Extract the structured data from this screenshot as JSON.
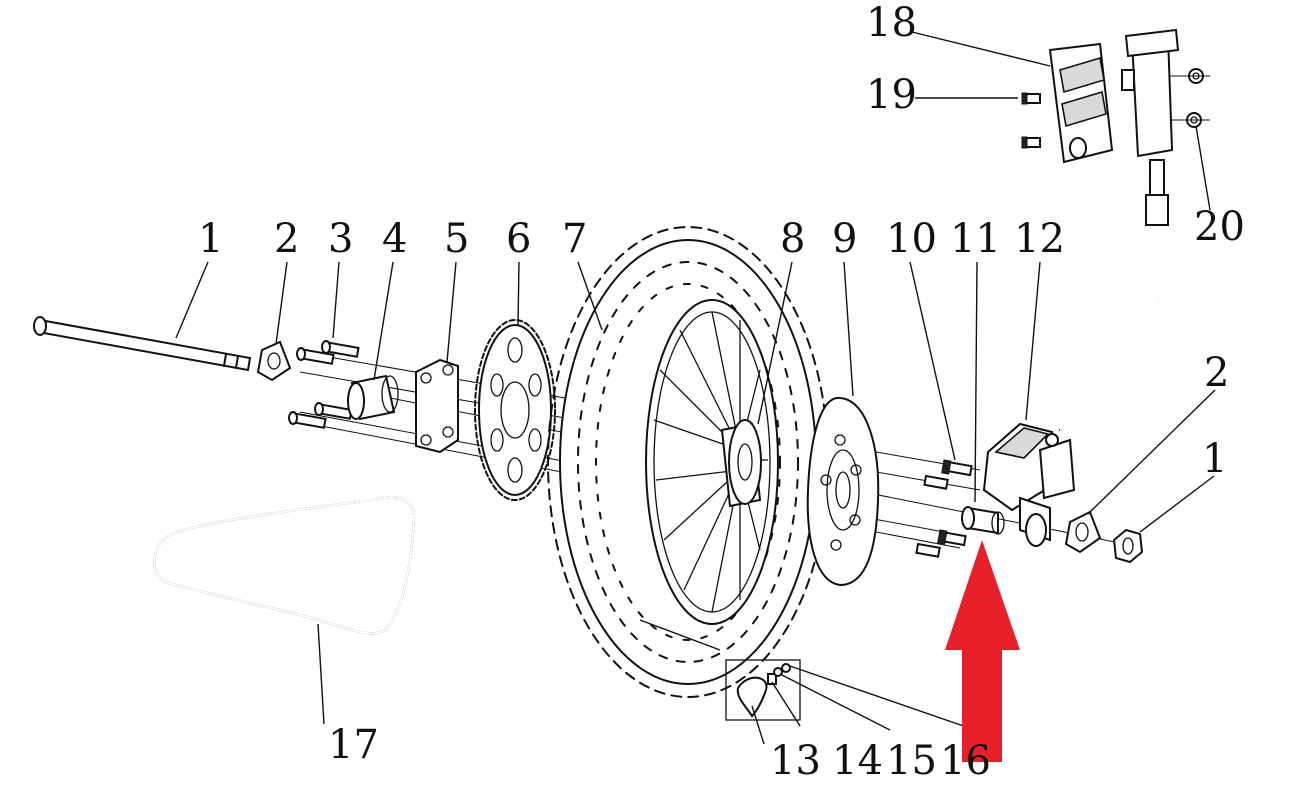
{
  "callouts": [
    {
      "id": "c1a",
      "text": "1"
    },
    {
      "id": "c2a",
      "text": "2"
    },
    {
      "id": "c3",
      "text": "3"
    },
    {
      "id": "c4",
      "text": "4"
    },
    {
      "id": "c5",
      "text": "5"
    },
    {
      "id": "c6",
      "text": "6"
    },
    {
      "id": "c7",
      "text": "7"
    },
    {
      "id": "c8",
      "text": "8"
    },
    {
      "id": "c9",
      "text": "9"
    },
    {
      "id": "c10",
      "text": "10"
    },
    {
      "id": "c11",
      "text": "11"
    },
    {
      "id": "c12",
      "text": "12"
    },
    {
      "id": "c2b",
      "text": "2"
    },
    {
      "id": "c1b",
      "text": "1"
    },
    {
      "id": "c13",
      "text": "13"
    },
    {
      "id": "c14",
      "text": "14"
    },
    {
      "id": "c15",
      "text": "15"
    },
    {
      "id": "c16",
      "text": "16"
    },
    {
      "id": "c17",
      "text": "17"
    },
    {
      "id": "c18",
      "text": "18"
    },
    {
      "id": "c19",
      "text": "19"
    },
    {
      "id": "c20",
      "text": "20"
    }
  ],
  "colors": {
    "line": "#111111",
    "highlight_arrow": "#e8202a",
    "background": "#ffffff"
  }
}
